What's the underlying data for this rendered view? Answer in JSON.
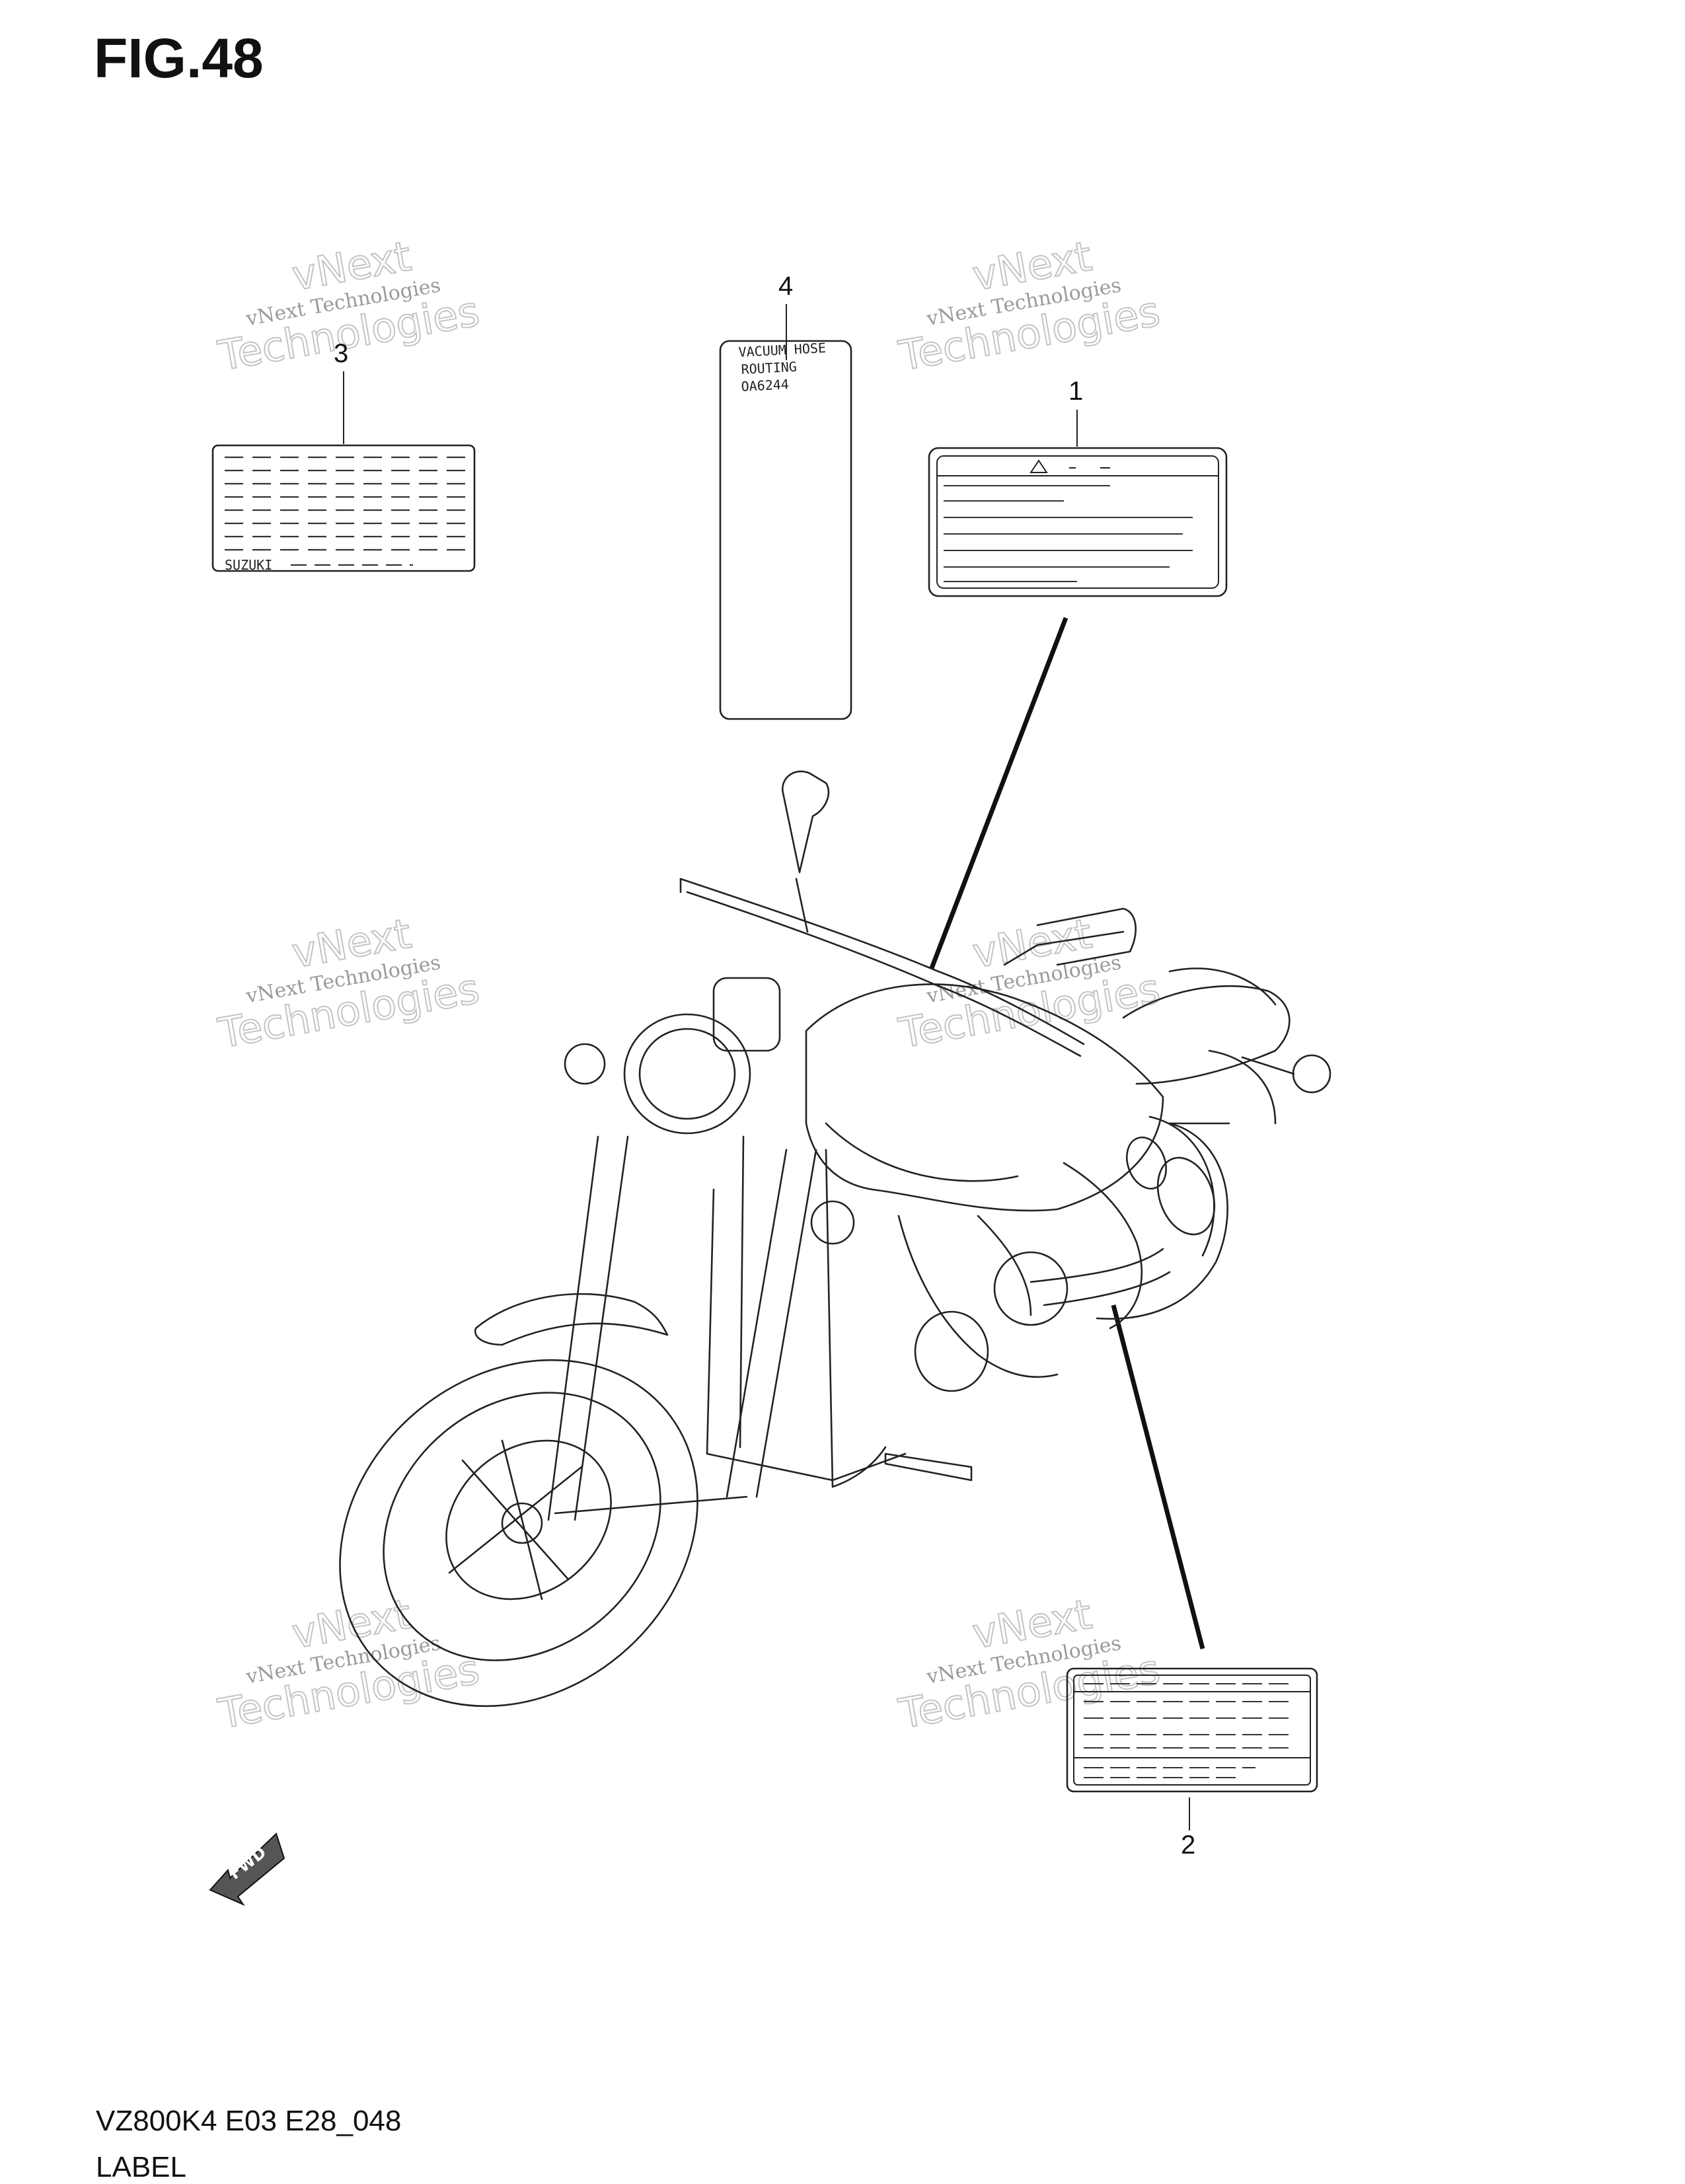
{
  "figure": {
    "title": "FIG.48"
  },
  "callouts": [
    "1",
    "2",
    "3",
    "4"
  ],
  "labels": {
    "label3_text": "SUZUKI",
    "label4_text": [
      "VACUUM HOSE",
      "ROUTING",
      "OA6244"
    ]
  },
  "fwd_arrow": "FWD",
  "watermark": {
    "line1": "vNext Technologies",
    "line2": "vNext",
    "line3": "Technologies"
  },
  "footer": {
    "code": "VZ800K4 E03 E28_048",
    "name": "LABEL"
  }
}
